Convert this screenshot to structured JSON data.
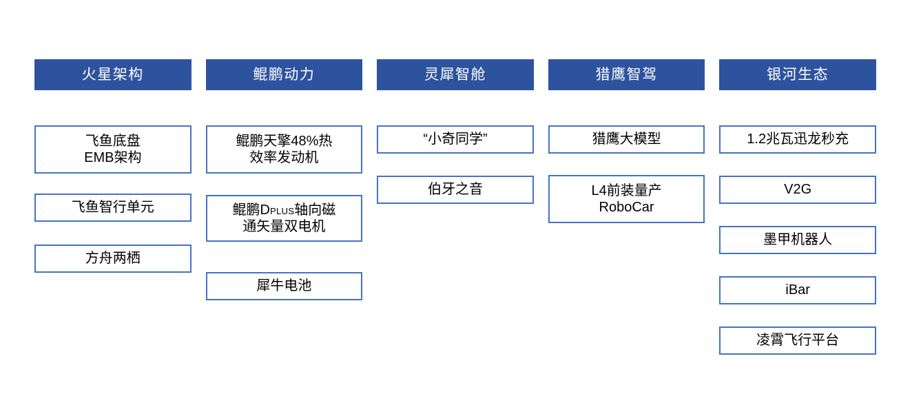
{
  "theme": {
    "header_fill": "#2E539E",
    "header_text": "#FFFFFF",
    "box_border": "#4472C4",
    "box_fill": "#FFFFFF",
    "box_text": "#000000",
    "page_background": "#FFFFFF"
  },
  "columns": [
    {
      "header": "火星架构",
      "items": [
        {
          "lines": [
            "飞鱼底盘",
            "EMB架构"
          ],
          "size": "h2"
        },
        {
          "lines": [
            "飞鱼智行单元"
          ],
          "size": "h1"
        },
        {
          "lines": [
            "方舟两栖"
          ],
          "size": "h1"
        }
      ]
    },
    {
      "header": "鲲鹏动力",
      "items": [
        {
          "lines": [
            "鲲鹏天擎48%热",
            "效率发动机"
          ],
          "size": "h2"
        },
        {
          "lines": [
            "鲲鹏D<smallcaps>PLUS</smallcaps>轴向磁",
            "通矢量双电机"
          ],
          "size": "h2",
          "rich": true
        },
        {
          "lines": [
            "犀牛电池"
          ],
          "size": "h1"
        }
      ]
    },
    {
      "header": "灵犀智舱",
      "items": [
        {
          "lines": [
            "“小奇同学”"
          ],
          "size": "h1"
        },
        {
          "lines": [
            "伯牙之音"
          ],
          "size": "h1"
        }
      ]
    },
    {
      "header": "猎鹰智驾",
      "items": [
        {
          "lines": [
            "猎鹰大模型"
          ],
          "size": "h1"
        },
        {
          "lines": [
            "L4前装量产",
            "RoboCar"
          ],
          "size": "h2"
        }
      ]
    },
    {
      "header": "银河生态",
      "items": [
        {
          "lines": [
            "1.2兆瓦迅龙秒充"
          ],
          "size": "h1"
        },
        {
          "lines": [
            "V2G"
          ],
          "size": "h1"
        },
        {
          "lines": [
            "墨甲机器人"
          ],
          "size": "h1"
        },
        {
          "lines": [
            "iBar"
          ],
          "size": "h1"
        },
        {
          "lines": [
            "凌霄飞行平台"
          ],
          "size": "h1"
        }
      ]
    }
  ]
}
